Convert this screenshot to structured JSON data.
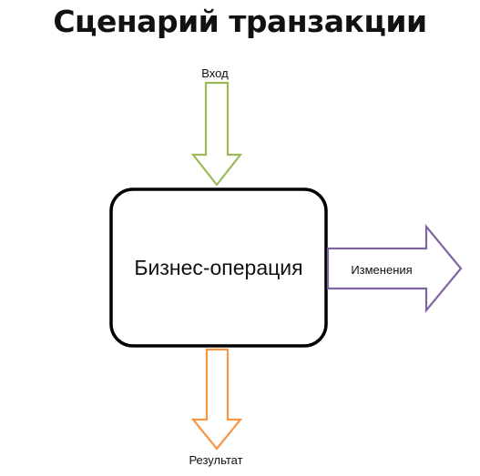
{
  "title": "Сценарий транзакции",
  "nodes": {
    "process": {
      "label": "Бизнес-операция"
    }
  },
  "arrows": {
    "input": {
      "label": "Вход",
      "color": "#9BBB59"
    },
    "changes": {
      "label": "Изменения",
      "color": "#8064A2"
    },
    "result": {
      "label": "Результат",
      "color": "#F79646"
    }
  },
  "colors": {
    "box_border": "#000000",
    "text": "#111111"
  }
}
